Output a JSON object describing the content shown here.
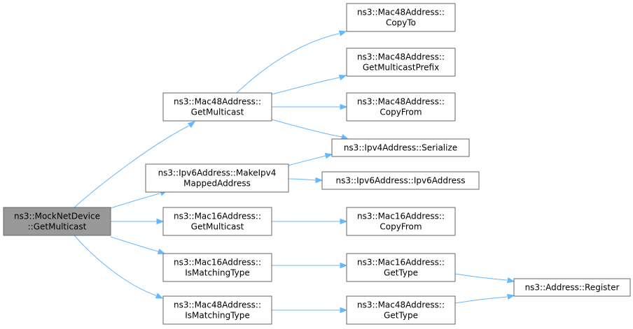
{
  "diagram": {
    "kind": "call-graph",
    "root": "mock_getmulticast",
    "colors": {
      "edge": "#63b8ff",
      "node_border": "#666666",
      "root_fill": "#999999",
      "node_fill": "#ffffff"
    },
    "nodes": [
      {
        "id": "mock_getmulticast",
        "lines": [
          "ns3::MockNetDevice",
          "::GetMulticast"
        ]
      },
      {
        "id": "mac48_getmulticast",
        "lines": [
          "ns3::Mac48Address::",
          "GetMulticast"
        ]
      },
      {
        "id": "ipv6_makeipv4mapped",
        "lines": [
          "ns3::Ipv6Address::MakeIpv4",
          "MappedAddress"
        ]
      },
      {
        "id": "mac16_getmulticast",
        "lines": [
          "ns3::Mac16Address::",
          "GetMulticast"
        ]
      },
      {
        "id": "mac16_ismatchingtype",
        "lines": [
          "ns3::Mac16Address::",
          "IsMatchingType"
        ]
      },
      {
        "id": "mac48_ismatchingtype",
        "lines": [
          "ns3::Mac48Address::",
          "IsMatchingType"
        ]
      },
      {
        "id": "mac48_copyto",
        "lines": [
          "ns3::Mac48Address::",
          "CopyTo"
        ]
      },
      {
        "id": "mac48_getmulticastprefix",
        "lines": [
          "ns3::Mac48Address::",
          "GetMulticastPrefix"
        ]
      },
      {
        "id": "mac48_copyfrom",
        "lines": [
          "ns3::Mac48Address::",
          "CopyFrom"
        ]
      },
      {
        "id": "ipv4_serialize",
        "lines": [
          "ns3::Ipv4Address::Serialize"
        ]
      },
      {
        "id": "ipv6_ipv6address",
        "lines": [
          "ns3::Ipv6Address::Ipv6Address"
        ]
      },
      {
        "id": "mac16_copyfrom",
        "lines": [
          "ns3::Mac16Address::",
          "CopyFrom"
        ]
      },
      {
        "id": "mac16_gettype",
        "lines": [
          "ns3::Mac16Address::",
          "GetType"
        ]
      },
      {
        "id": "mac48_gettype",
        "lines": [
          "ns3::Mac48Address::",
          "GetType"
        ]
      },
      {
        "id": "address_register",
        "lines": [
          "ns3::Address::Register"
        ]
      }
    ],
    "edges": [
      {
        "from": "mock_getmulticast",
        "to": "mac48_getmulticast"
      },
      {
        "from": "mock_getmulticast",
        "to": "ipv6_makeipv4mapped"
      },
      {
        "from": "mock_getmulticast",
        "to": "mac16_getmulticast"
      },
      {
        "from": "mock_getmulticast",
        "to": "mac16_ismatchingtype"
      },
      {
        "from": "mock_getmulticast",
        "to": "mac48_ismatchingtype"
      },
      {
        "from": "mac48_getmulticast",
        "to": "mac48_copyto"
      },
      {
        "from": "mac48_getmulticast",
        "to": "mac48_getmulticastprefix"
      },
      {
        "from": "mac48_getmulticast",
        "to": "mac48_copyfrom"
      },
      {
        "from": "mac48_getmulticast",
        "to": "ipv4_serialize"
      },
      {
        "from": "ipv6_makeipv4mapped",
        "to": "ipv4_serialize"
      },
      {
        "from": "ipv6_makeipv4mapped",
        "to": "ipv6_ipv6address"
      },
      {
        "from": "mac16_getmulticast",
        "to": "mac16_copyfrom"
      },
      {
        "from": "mac16_ismatchingtype",
        "to": "mac16_gettype"
      },
      {
        "from": "mac48_ismatchingtype",
        "to": "mac48_gettype"
      },
      {
        "from": "mac16_gettype",
        "to": "address_register"
      },
      {
        "from": "mac48_gettype",
        "to": "address_register"
      }
    ]
  }
}
